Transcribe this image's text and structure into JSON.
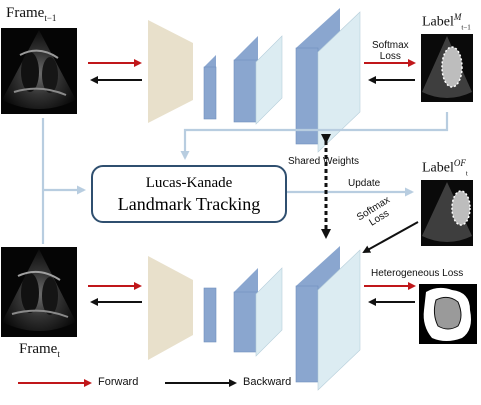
{
  "frames": {
    "prev": {
      "base": "Frame",
      "sub": "t−1"
    },
    "curr": {
      "base": "Frame",
      "sub": "t"
    }
  },
  "labels": {
    "manual": {
      "base": "Label",
      "sup": "M",
      "sub": "t−1"
    },
    "optical_flow": {
      "base": "Label",
      "sup": "OF",
      "sub": "t"
    }
  },
  "loss": {
    "softmax_top_line1": "Softmax",
    "softmax_top_line2": "Loss",
    "softmax_mid_line1": "Softmax",
    "softmax_mid_line2": "Loss",
    "heterogeneous": "Heterogeneous Loss"
  },
  "tracking": {
    "line1": "Lucas-Kanade",
    "line2": "Landmark Tracking"
  },
  "shared_weights": "Shared Weights",
  "update": "Update",
  "legend": {
    "forward": "Forward",
    "backward": "Backward"
  },
  "colors": {
    "forward": "#c0171a",
    "backward": "#111111",
    "flow": "#b8cde0",
    "encoder": "#e8e0cb",
    "block_dark": "#8aa6cf",
    "block_light": "#dcecf2",
    "tracking_border": "#2f4f6f"
  }
}
